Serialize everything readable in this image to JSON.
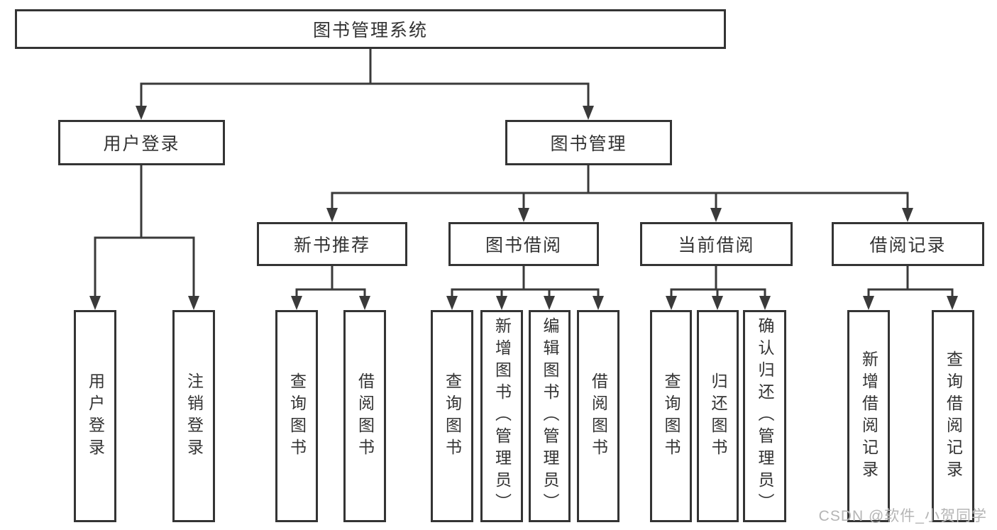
{
  "diagram_type": "hierarchy-tree",
  "colors": {
    "line": "#3a3a3a",
    "box_border": "#343434",
    "text": "#333333",
    "watermark": "#b5b5b5",
    "background": "#ffffff"
  },
  "watermark": {
    "text": "CSDN @软件_小贺同学"
  },
  "tree": {
    "label": "图书管理系统",
    "children": [
      {
        "label": "用户登录",
        "children": [
          {
            "label": "用户登录"
          },
          {
            "label": "注销登录"
          }
        ]
      },
      {
        "label": "图书管理",
        "children": [
          {
            "label": "新书推荐",
            "children": [
              {
                "label": "查询图书"
              },
              {
                "label": "借阅图书"
              }
            ]
          },
          {
            "label": "图书借阅",
            "children": [
              {
                "label": "查询图书"
              },
              {
                "label": "新增图书（管理员）"
              },
              {
                "label": "编辑图书（管理员）"
              },
              {
                "label": "借阅图书"
              }
            ]
          },
          {
            "label": "当前借阅",
            "children": [
              {
                "label": "查询图书"
              },
              {
                "label": "归还图书"
              },
              {
                "label": "确认归还（管理员）"
              }
            ]
          },
          {
            "label": "借阅记录",
            "children": [
              {
                "label": "新增借阅记录"
              },
              {
                "label": "查询借阅记录"
              }
            ]
          }
        ]
      }
    ]
  }
}
